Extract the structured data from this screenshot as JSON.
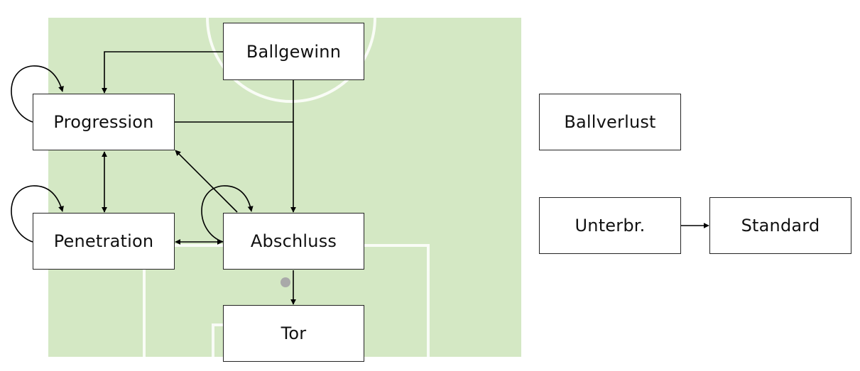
{
  "diagram": {
    "colors": {
      "pitch": "#d4e8c4",
      "pitch_lines": "#ffffff",
      "node_fill": "#ffffff",
      "node_border": "#262626",
      "arrow": "#000000",
      "ball": "#a9a9a9"
    },
    "nodes": {
      "ballgewinn": "Ballgewinn",
      "progression": "Progression",
      "penetration": "Penetration",
      "abschluss": "Abschluss",
      "tor": "Tor",
      "ballverlust": "Ballverlust",
      "unterbr": "Unterbr.",
      "standard": "Standard"
    },
    "edges": [
      {
        "from": "ballgewinn",
        "to": "progression"
      },
      {
        "from": "ballgewinn",
        "to": "abschluss"
      },
      {
        "from": "progression",
        "to": "abschluss"
      },
      {
        "from": "abschluss",
        "to": "progression"
      },
      {
        "from": "progression",
        "to": "penetration",
        "bidirectional": true
      },
      {
        "from": "penetration",
        "to": "abschluss",
        "bidirectional": true
      },
      {
        "from": "abschluss",
        "to": "tor"
      },
      {
        "from": "progression",
        "to": "progression",
        "self_loop": true
      },
      {
        "from": "penetration",
        "to": "penetration",
        "self_loop": true
      },
      {
        "from": "abschluss",
        "to": "abschluss",
        "self_loop": true
      },
      {
        "from": "unterbr",
        "to": "standard"
      }
    ]
  }
}
